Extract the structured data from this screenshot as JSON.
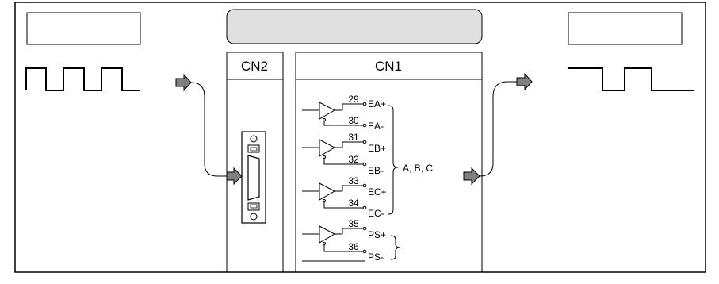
{
  "connectors": {
    "cn2_label": "CN2",
    "cn1_label": "CN1"
  },
  "pins": [
    {
      "number": "29",
      "signal": "EA+"
    },
    {
      "number": "30",
      "signal": "EA-"
    },
    {
      "number": "31",
      "signal": "EB+"
    },
    {
      "number": "32",
      "signal": "EB-"
    },
    {
      "number": "33",
      "signal": "EC+"
    },
    {
      "number": "34",
      "signal": "EC-"
    },
    {
      "number": "35",
      "signal": "PS+"
    },
    {
      "number": "36",
      "signal": "PS-"
    }
  ],
  "group_label": "A, B, C",
  "colors": {
    "title_box_fill": "#e0e0e0",
    "arrow_fill": "#808080",
    "line": "#000000"
  }
}
